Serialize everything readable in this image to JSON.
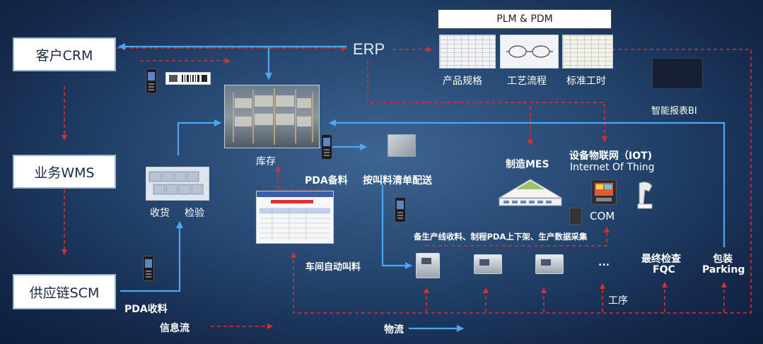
{
  "systems": {
    "crm": "客户CRM",
    "wms": "业务WMS",
    "scm": "供应链SCM",
    "erp": "ERP",
    "plm_pdm": "PLM & PDM"
  },
  "plm_items": [
    "产品规格",
    "工艺流程",
    "标准工时"
  ],
  "labels": {
    "bi": "智能报表BI",
    "mes": "制造MES",
    "iot_cn": "设备物联网（IOT)",
    "iot_en": "Internet Of Thing",
    "com": "COM",
    "inventory": "库存",
    "receiving": "收货",
    "inspection": "检验",
    "pda_prep": "PDA备料",
    "call_delivery": "按叫料清单配送",
    "workshop_call": "车间自动叫料",
    "pda_receive": "PDA收料",
    "line_collect": "备生产线收料、制程PDA上下架、生产数据采集",
    "ellipsis": "...",
    "process": "工序",
    "fqc_cn": "最终检查",
    "fqc_en": "FQC",
    "pack_cn": "包装",
    "pack_en": "Parking"
  },
  "legend": {
    "info_flow": "信息流",
    "material_flow": "物流"
  },
  "colors": {
    "info_flow": "#d7312f",
    "material_flow": "#4ea6ee",
    "background": "#1e3b63"
  }
}
